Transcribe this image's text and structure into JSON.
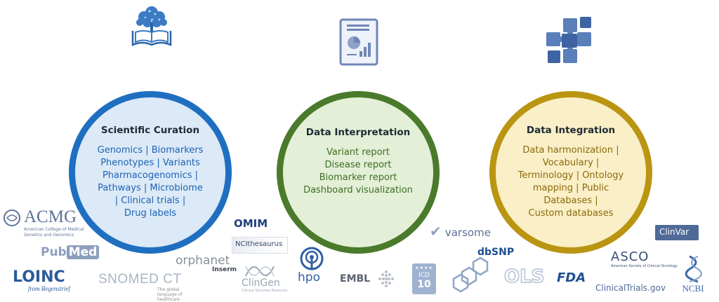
{
  "sections": [
    {
      "title": "Scientific Curation",
      "icon": "book-tree-icon",
      "color": "#1f6fc1",
      "body": [
        "Genomics | Biomarkers",
        "Phenotypes | Variants",
        "Pharmacogenomics |",
        "Pathways | Microbiome",
        "| Clinical trials |",
        "Drug labels"
      ]
    },
    {
      "title": "Data Interpretation",
      "icon": "report-chart-icon",
      "color": "#4a7a2b",
      "body": [
        "Variant report",
        "Disease report",
        "Biomarker report",
        "Dashboard visualization"
      ]
    },
    {
      "title": "Data Integration",
      "icon": "puzzle-icon",
      "color": "#b99512",
      "body": [
        "Data harmonization |",
        "Vocabulary |",
        "Terminology | Ontology",
        "mapping | Public",
        "Databases |",
        "Custom databases"
      ]
    }
  ],
  "logos": {
    "acmg": "ACMG",
    "acmg_sub1": "American College of Medical",
    "acmg_sub2": "Genetics and Genomics",
    "pubmed_a": "Pub",
    "pubmed_b": "Med",
    "loinc": "LOINC",
    "loinc_sub": "from Regenstrief",
    "snomed": "SNOMED CT",
    "snomed_sub": "The global language of healthcare",
    "omim": "OMIM",
    "nci": "NCIthesaurus",
    "orphanet": "orphanet",
    "inserm": "Inserm",
    "clingen": "ClinGen",
    "clingen_sub": "Clinical Genome Resource",
    "hpo": "hpo",
    "embl": "EMBL",
    "icd": "ICD",
    "icd_num": "10",
    "varsome": "varsome",
    "dbsnp": "dbSNP",
    "ols": "OLS",
    "fda": "FDA",
    "clinvar": "ClinVar",
    "asco": "ASCO",
    "asco_sub": "American Society of Clinical Oncology",
    "clinicaltrials": "ClinicalTrials.gov",
    "ncbi": "NCBI"
  }
}
